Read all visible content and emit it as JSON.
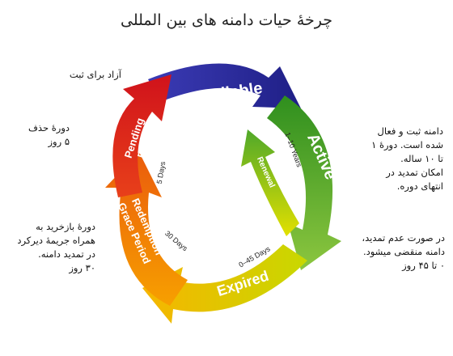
{
  "title": "چرخهٔ حیات دامنه های بین المللی",
  "cycle": {
    "stages": [
      {
        "id": "available",
        "label": "Available",
        "color": "#2d2d9f"
      },
      {
        "id": "active",
        "label": "Active",
        "color": "#3f9a1f"
      },
      {
        "id": "expired",
        "label": "Expired",
        "color": "#f2b500"
      },
      {
        "id": "redemption",
        "label": "Redemption Grace Period",
        "line1": "Redemption",
        "line2": "Grace Period",
        "color": "#ef6a10"
      },
      {
        "id": "pending",
        "label": "Pending Deletion",
        "line1": "Pending",
        "line2": "Deletion",
        "color": "#d81e1e"
      }
    ],
    "renewal": {
      "label": "Renewal",
      "color": "#8cc63f"
    },
    "durations": {
      "active": "1–10 Years",
      "expired": "0–45 Days",
      "redemption": "30 Days",
      "pending": "5 Days"
    }
  },
  "notes": {
    "available": [
      "آزاد برای ثبت"
    ],
    "pending": [
      "دورهٔ حذف",
      "۵ روز"
    ],
    "active": [
      "دامنه ثبت و فعال",
      "شده است. دورهٔ ۱",
      "تا ۱۰ ساله.",
      "امکان تمدید در",
      "انتهای دوره."
    ],
    "expired": [
      "در صورت عدم تمدید،",
      "دامنه منقضی میشود.",
      "۰ تا ۴۵ روز"
    ],
    "redemption": [
      "دورهٔ بازخرید به",
      "همراه جریمهٔ دیرکرد",
      "در تمدید دامنه.",
      "۳۰ روز"
    ]
  }
}
